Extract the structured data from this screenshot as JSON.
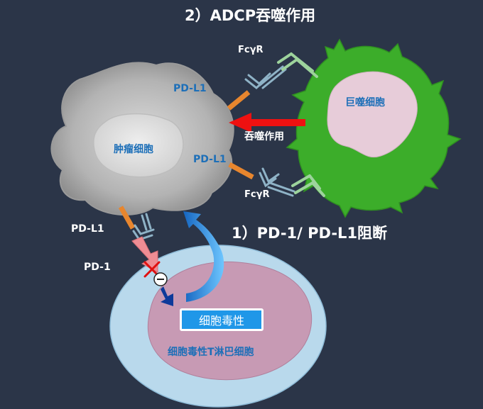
{
  "title_adcp": "2）ADCP吞噬作用",
  "title_blockade": "1）PD-1/ PD-L1阻断",
  "macrophage": {
    "label": "巨噬细胞",
    "phagocytosis_label": "吞噬作用"
  },
  "tumor": {
    "label": "肿瘤细胞",
    "pdl1_top": "PD-L1",
    "pdl1_right": "PD-L1",
    "pdl1_bottom": "PD-L1"
  },
  "receptors": {
    "fcgr_top": "FcγR",
    "fcgr_bottom": "FcγR"
  },
  "tcell": {
    "pd1": "PD-1",
    "cytotoxicity": "细胞毒性",
    "label": "细胞毒性T淋巴细胞"
  },
  "colors": {
    "background": "#2b3548",
    "tumor_cell": "#b5b5b5",
    "macrophage": "#3cad2a",
    "macrophage_nucleus": "#e7ccd9",
    "tcell_outer": "#b9d9ec",
    "tcell_inner": "#c79ab4",
    "pdl1": "#e8862e",
    "pd1": "#ef8d94",
    "antibody": "#8fb3c7",
    "fcgr": "#9dd39c",
    "arrow_red": "#ee1111",
    "arrow_blue": "#2196f3",
    "label_blue": "#1d6fb8"
  }
}
